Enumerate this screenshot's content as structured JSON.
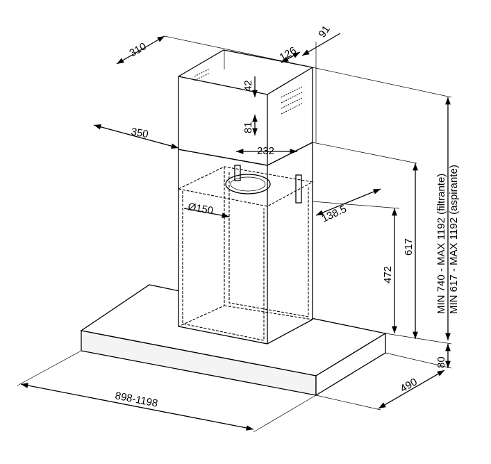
{
  "dimensions": {
    "chimney_depth": "310",
    "chimney_width": "350",
    "offset_126": "126",
    "offset_91": "91",
    "vent_top": "42",
    "vent_height": "81",
    "bracket_spacing": "232",
    "outlet_diameter": "Ø150",
    "bracket_offset": "138.5",
    "frame_height_472": "472",
    "frame_height_617": "617",
    "height_filtering": "MIN 740 - MAX 1192 (filtrante)",
    "height_extracting": "MIN 617 - MAX 1192 (aspirante)",
    "canopy_thickness": "80",
    "canopy_depth": "490",
    "canopy_width": "898-1198"
  }
}
